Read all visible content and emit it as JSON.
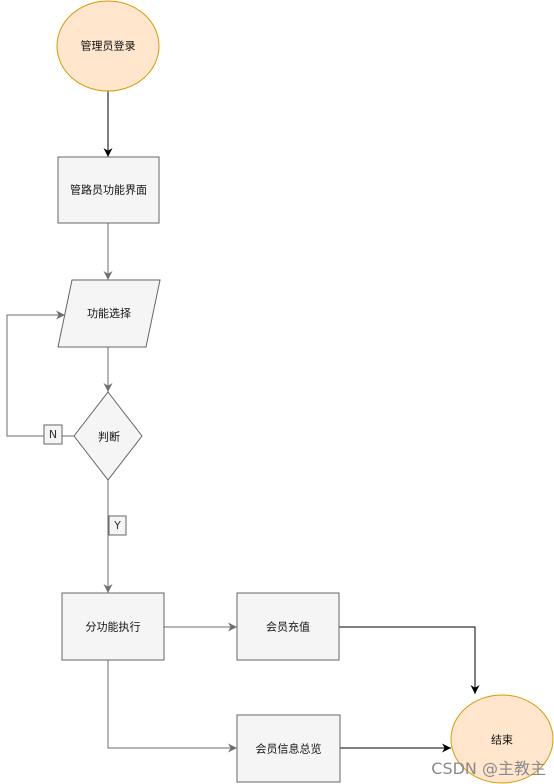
{
  "nodes": {
    "start": "管理员登录",
    "admin_ui": "管路员功能界面",
    "select": "功能选择",
    "decision": "判断",
    "execute": "分功能执行",
    "recharge": "会员充值",
    "overview": "会员信息总览",
    "end": "结束"
  },
  "edge_labels": {
    "no": "N",
    "yes": "Y"
  },
  "watermark": "CSDN @主教主",
  "colors": {
    "terminal_fill": "#ffe6cc",
    "terminal_stroke": "#d79b00",
    "process_fill": "#f5f5f5",
    "process_stroke": "#666666",
    "edge_gray": "#6e6e6e",
    "edge_black": "#000000"
  }
}
